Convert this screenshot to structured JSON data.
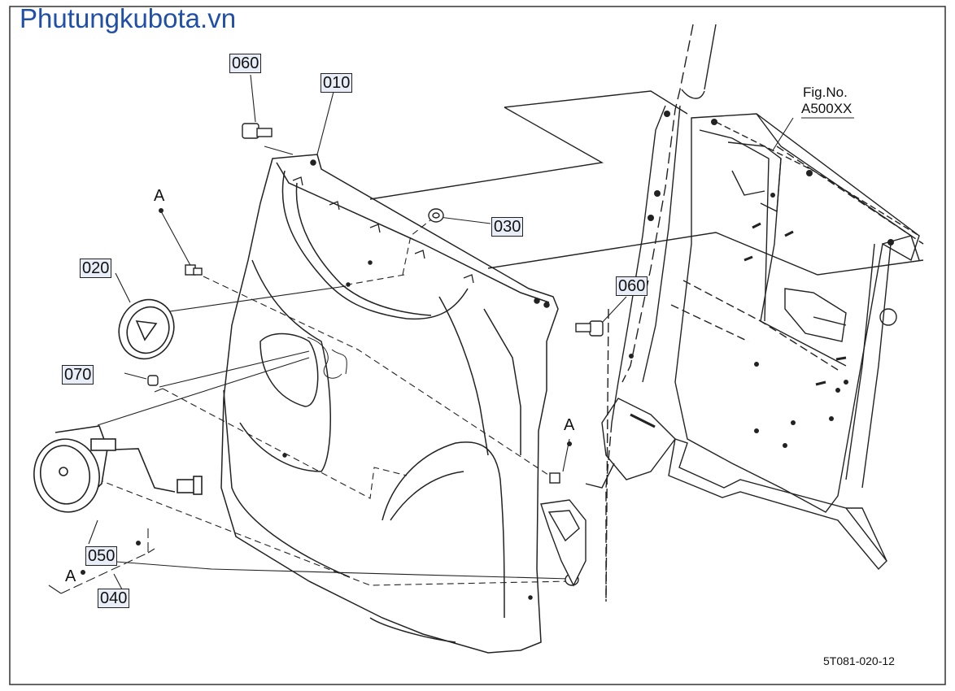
{
  "watermark": "Phutungkubota.vn",
  "figure": {
    "label": "Fig.No.",
    "number": "A500XX"
  },
  "drawing_code": "5T081-020-12",
  "reference_marks": {
    "a1": "A",
    "a2": "A",
    "a3": "A"
  },
  "parts": [
    {
      "id": "060"
    },
    {
      "id": "010"
    },
    {
      "id": "030"
    },
    {
      "id": "020"
    },
    {
      "id": "060"
    },
    {
      "id": "070"
    },
    {
      "id": "050"
    },
    {
      "id": "040"
    }
  ]
}
